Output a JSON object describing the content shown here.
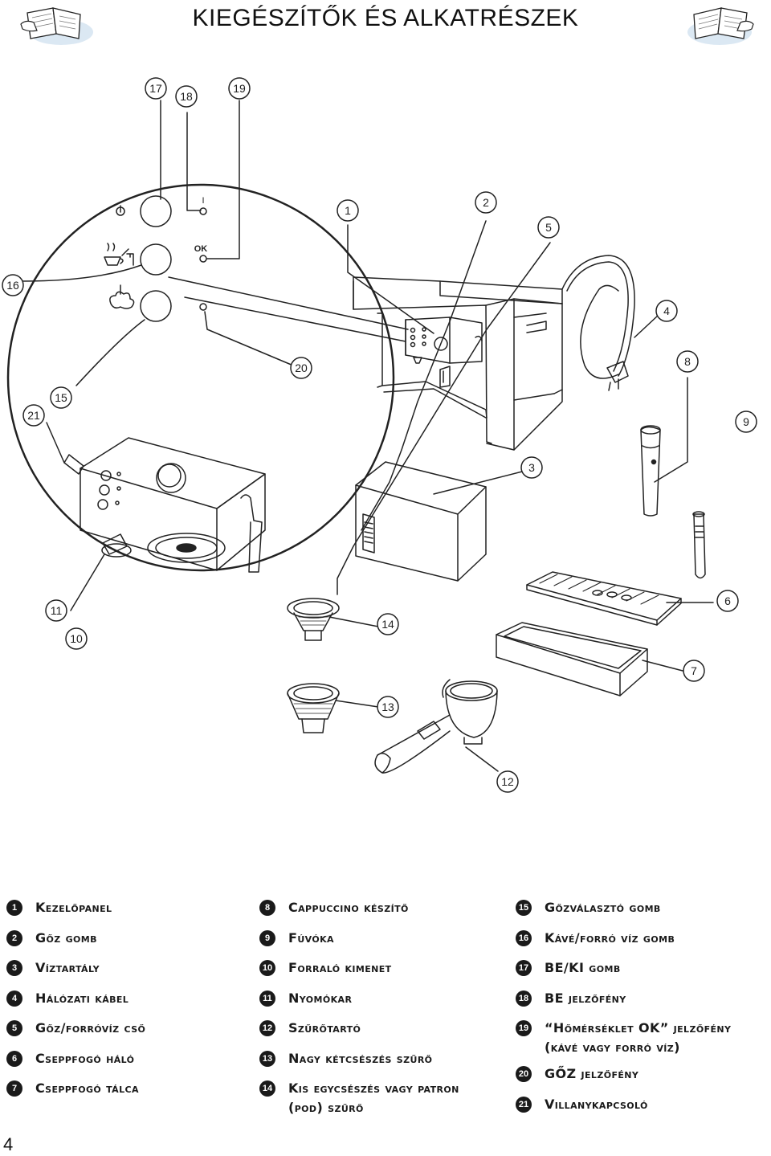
{
  "page": {
    "title": "KIEGÉSZÍTŐK ÉS ALKATRÉSZEK",
    "page_number": "4"
  },
  "panel": {
    "power_symbol": "I",
    "ok_label": "OK"
  },
  "callouts": [
    "1",
    "2",
    "3",
    "4",
    "5",
    "6",
    "7",
    "8",
    "9",
    "10",
    "11",
    "12",
    "13",
    "14",
    "15",
    "16",
    "17",
    "18",
    "19",
    "20",
    "21"
  ],
  "legend": {
    "col1": [
      {
        "num": "1",
        "text": "Kezelőpanel"
      },
      {
        "num": "2",
        "text": "Gőz gomb"
      },
      {
        "num": "3",
        "text": "Víztartály"
      },
      {
        "num": "4",
        "text": "Hálózati kábel"
      },
      {
        "num": "5",
        "text": "Gőz/forróvíz cső"
      },
      {
        "num": "6",
        "text": "Cseppfogó háló"
      },
      {
        "num": "7",
        "text": "Cseppfogó tálca"
      }
    ],
    "col2": [
      {
        "num": "8",
        "text": "Cappuccino készítő"
      },
      {
        "num": "9",
        "text": "Fúvóka"
      },
      {
        "num": "10",
        "text": "Forraló kimenet"
      },
      {
        "num": "11",
        "text": "Nyomókar"
      },
      {
        "num": "12",
        "text": "Szűrőtartó"
      },
      {
        "num": "13",
        "text": "Nagy kétcsészés szűrő"
      },
      {
        "num": "14",
        "text": "Kis egycsészés vagy patron",
        "cont": "(pod) szűrő"
      }
    ],
    "col3": [
      {
        "num": "15",
        "text": "Gőzválasztó gomb"
      },
      {
        "num": "16",
        "text": "Kávé/forró víz gomb"
      },
      {
        "num": "17",
        "text": "BE/KI gomb"
      },
      {
        "num": "18",
        "text": "BE jelzőfény"
      },
      {
        "num": "19",
        "text": "“Hőmérséklet OK” jelzőfény",
        "cont": "(kávé vagy forró víz)"
      },
      {
        "num": "20",
        "text": "GŐZ jelzőfény"
      },
      {
        "num": "21",
        "text": "Villanykapcsoló"
      }
    ]
  }
}
